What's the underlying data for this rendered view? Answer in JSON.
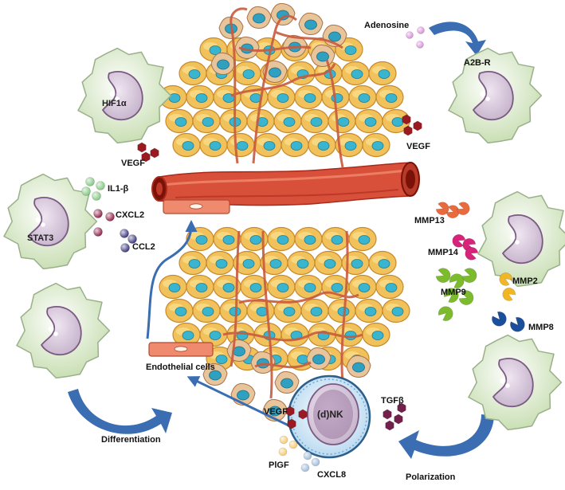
{
  "diagram": {
    "top_right": {
      "adenosine": "Adenosine",
      "receptor": "A2B-R",
      "vegf": "VEGF"
    },
    "top_left": {
      "hif": "HIF1α",
      "vegf": "VEGF"
    },
    "left_mid": {
      "il1b": "IL1-β",
      "cxcl2": "CXCL2",
      "ccl2": "CCL2",
      "stat3": "STAT3"
    },
    "right_mid": {
      "mmp13": "MMP13",
      "mmp14": "MMP14",
      "mmp9": "MMP9",
      "mmp2": "MMP2",
      "mmp8": "MMP8"
    },
    "bottom_left": {
      "endothelial": "Endothelial cells",
      "differentiation": "Differentiation"
    },
    "bottom_right": {
      "vegf": "VEGF",
      "plgf": "PlGF",
      "cxcl8": "CXCL8",
      "nk": "(d)NK",
      "tgfb": "TGFβ",
      "polarization": "Polarization"
    }
  },
  "colors": {
    "vessel": "#d9503a",
    "vessel_dark": "#a82a1c",
    "macrophage": "#d8e8c8",
    "macrophage_edge": "#9ab08a",
    "nucleus": "#ddd0e2",
    "yellow_cell": "#f1c25c",
    "cell_nucleus": "#3ab5cf",
    "arrow": "#3b6db3",
    "vegf": "#9b1a22",
    "il1b": "#7fc57f",
    "cxcl2": "#8b1c45",
    "ccl2": "#35307a",
    "mmp13": "#e86b3f",
    "mmp14": "#d8237a",
    "mmp9": "#7cbb2b",
    "mmp2": "#f2b624",
    "mmp8": "#1b4f9c",
    "plgf": "#f3c869",
    "cxcl8": "#9db8d6",
    "tgfb": "#73204a"
  },
  "icons": [
    "macrophage-icon",
    "blood-vessel-icon",
    "tumor-cell-icon",
    "nk-cell-icon",
    "molecule-icon",
    "arrow-icon"
  ]
}
